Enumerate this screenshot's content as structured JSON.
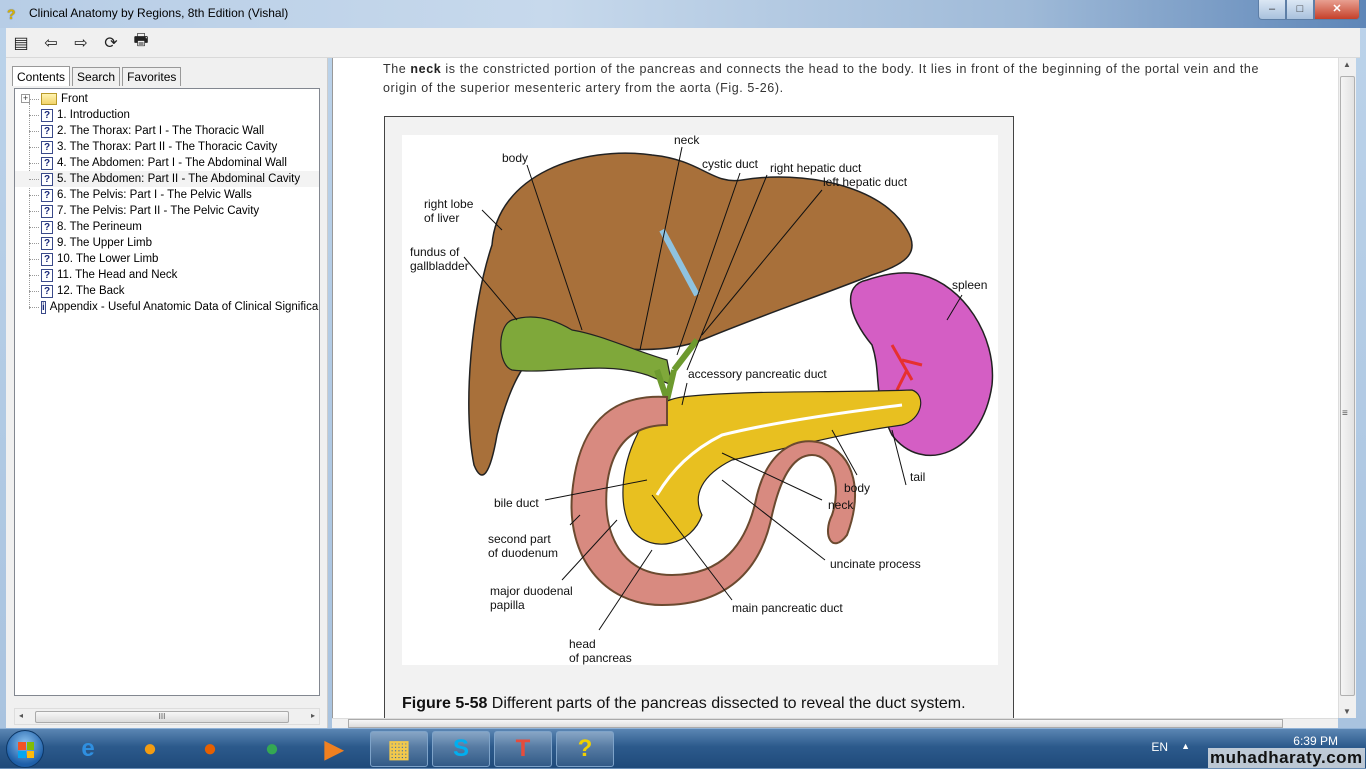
{
  "window": {
    "title": "Clinical Anatomy by Regions, 8th Edition (Vishal)",
    "controls": {
      "minimize": "–",
      "maximize": "□",
      "close": "✕"
    }
  },
  "toolbar": {
    "buttons": [
      {
        "name": "hide-show-tabs",
        "glyph": "▤"
      },
      {
        "name": "back",
        "glyph": "⇦"
      },
      {
        "name": "forward",
        "glyph": "⇨"
      },
      {
        "name": "refresh",
        "glyph": "⟳"
      },
      {
        "name": "print",
        "glyph": "🖶"
      }
    ]
  },
  "nav": {
    "tabs": [
      {
        "label": "Contents",
        "active": true
      },
      {
        "label": "Search",
        "active": false
      },
      {
        "label": "Favorites",
        "active": false
      }
    ],
    "tree": [
      {
        "label": "Front",
        "icon": "folder",
        "expander": "+"
      },
      {
        "label": "1. Introduction",
        "icon": "help-page"
      },
      {
        "label": "2. The Thorax: Part I - The Thoracic Wall",
        "icon": "help-page"
      },
      {
        "label": "3. The Thorax: Part II - The Thoracic Cavity",
        "icon": "help-page"
      },
      {
        "label": "4. The Abdomen: Part I - The Abdominal Wall",
        "icon": "help-page"
      },
      {
        "label": "5. The Abdomen: Part II - The Abdominal Cavity",
        "icon": "help-page"
      },
      {
        "label": "6. The Pelvis: Part I - The Pelvic Walls",
        "icon": "help-page"
      },
      {
        "label": "7. The Pelvis: Part II - The Pelvic Cavity",
        "icon": "help-page"
      },
      {
        "label": "8. The Perineum",
        "icon": "help-page"
      },
      {
        "label": "9. The Upper Limb",
        "icon": "help-page"
      },
      {
        "label": "10. The Lower Limb",
        "icon": "help-page"
      },
      {
        "label": "11. The Head and Neck",
        "icon": "help-page"
      },
      {
        "label": "12. The Back",
        "icon": "help-page"
      },
      {
        "label": "Appendix - Useful Anatomic Data of Clinical Significance",
        "icon": "info-page"
      }
    ],
    "scroll_grip": "III"
  },
  "content": {
    "paragraph": {
      "prefix": "The ",
      "bold": "neck",
      "rest": " is the constricted portion of the pancreas and connects the head to the body. It lies in front of the beginning of the portal vein and the origin of the superior mesenteric artery from the aorta (Fig. 5-26)."
    },
    "figure": {
      "labels": {
        "neck_top": "neck",
        "body_top": "body",
        "cystic_duct": "cystic duct",
        "right_hepatic_duct": "right hepatic duct",
        "left_hepatic_duct": "left hepatic duct",
        "right_lobe": "right lobe\nof liver",
        "fundus": "fundus of\ngallbladder",
        "spleen": "spleen",
        "accessory_duct": "accessory pancreatic duct",
        "tail": "tail",
        "body_bottom": "body",
        "neck_bottom": "neck",
        "bile_duct": "bile duct",
        "second_part": "second part\nof duodenum",
        "uncinate": "uncinate process",
        "major_papilla": "major duodenal\npapilla",
        "main_duct": "main pancreatic duct",
        "head": "head\nof pancreas"
      },
      "caption_number": "Figure 5-58",
      "caption_text": " Different parts of the pancreas dissected to reveal the duct system."
    }
  },
  "taskbar": {
    "apps": [
      {
        "name": "internet-explorer",
        "glyph": "e",
        "color": "#2f8fe0"
      },
      {
        "name": "media-player-classic",
        "glyph": "●",
        "color": "#f39c12"
      },
      {
        "name": "firefox",
        "glyph": "●",
        "color": "#e66000"
      },
      {
        "name": "chrome",
        "glyph": "●",
        "color": "#34a853"
      },
      {
        "name": "windows-media-player",
        "glyph": "▶",
        "color": "#f08020"
      },
      {
        "name": "file-explorer",
        "glyph": "▦",
        "color": "#f2c94c"
      },
      {
        "name": "skype",
        "glyph": "S",
        "color": "#00aff0"
      },
      {
        "name": "t-app",
        "glyph": "T",
        "color": "#e74c3c"
      },
      {
        "name": "html-help",
        "glyph": "?",
        "color": "#f1d000"
      }
    ],
    "language": "EN",
    "show_hidden": "▲",
    "time": "6:39 PM",
    "watermark": "muhadharaty.com"
  }
}
